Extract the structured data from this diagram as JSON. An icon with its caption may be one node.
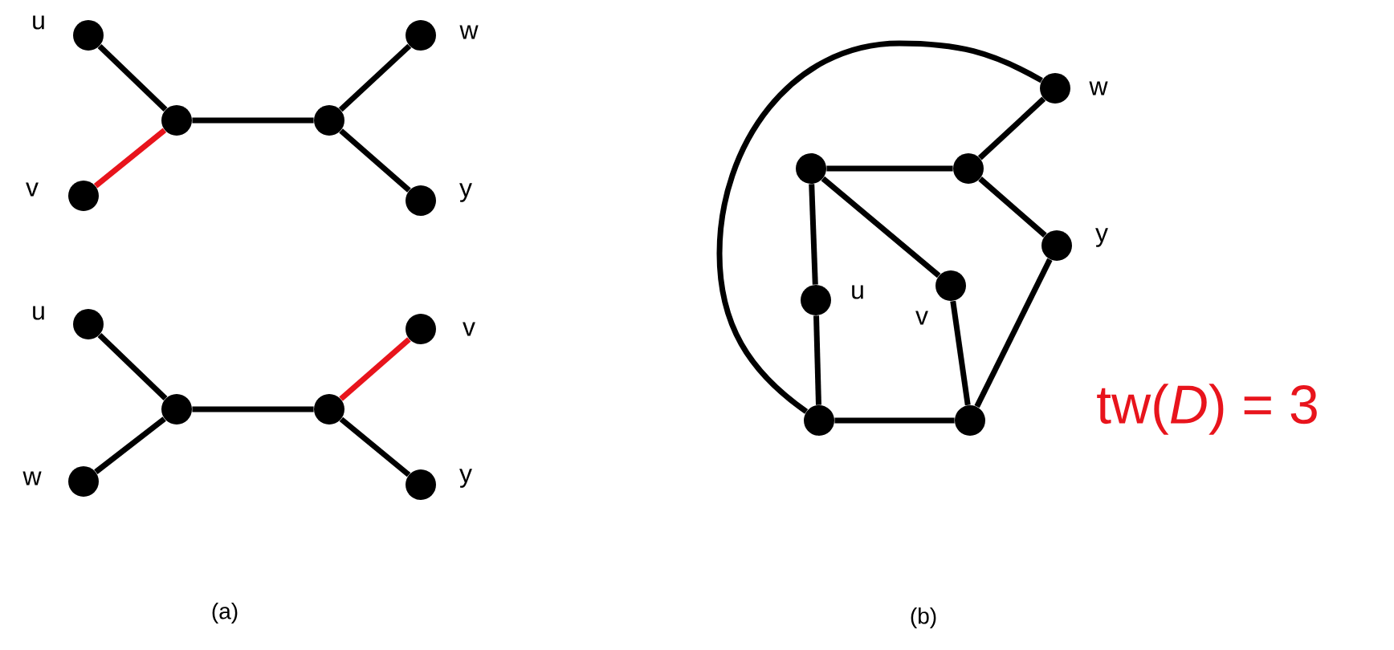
{
  "diagram": {
    "nodes": [
      {
        "text": [],
        "shape": "circle",
        "beside": [
          "u"
        ]
      },
      {
        "text": [],
        "shape": "circle",
        "beside": [
          "w"
        ]
      },
      {
        "text": [],
        "shape": "circle"
      },
      {
        "text": [],
        "shape": "circle"
      },
      {
        "text": [],
        "shape": "circle",
        "beside": [
          "v"
        ]
      },
      {
        "text": [],
        "shape": "circle",
        "beside": [
          "y"
        ]
      },
      {
        "text": [],
        "shape": "circle",
        "beside": [
          "u"
        ]
      },
      {
        "text": [],
        "shape": "circle",
        "beside": [
          "v"
        ]
      },
      {
        "text": [],
        "shape": "circle"
      },
      {
        "text": [],
        "shape": "circle"
      },
      {
        "text": [],
        "shape": "circle",
        "beside": [
          "w"
        ]
      },
      {
        "text": [],
        "shape": "circle",
        "beside": [
          "y"
        ]
      },
      {
        "text": [],
        "shape": "circle",
        "beside": [
          "w"
        ]
      },
      {
        "text": [],
        "shape": "circle"
      },
      {
        "text": [],
        "shape": "circle"
      },
      {
        "text": [],
        "shape": "circle",
        "beside": [
          "y"
        ]
      },
      {
        "text": [],
        "shape": "circle",
        "beside": [
          "v"
        ]
      },
      {
        "text": [],
        "shape": "circle",
        "beside": [
          "u"
        ]
      },
      {
        "text": [],
        "shape": "circle"
      },
      {
        "text": [],
        "shape": "circle"
      }
    ],
    "edges": [
      {
        "from": 0,
        "to": 2,
        "arrow": "none"
      },
      {
        "from": 4,
        "to": 2,
        "arrow": "none",
        "color": "#e8141c"
      },
      {
        "from": 2,
        "to": 3,
        "arrow": "none"
      },
      {
        "from": 3,
        "to": 1,
        "arrow": "none"
      },
      {
        "from": 3,
        "to": 5,
        "arrow": "none"
      },
      {
        "from": 6,
        "to": 8,
        "arrow": "none"
      },
      {
        "from": 10,
        "to": 8,
        "arrow": "none"
      },
      {
        "from": 8,
        "to": 9,
        "arrow": "none"
      },
      {
        "from": 9,
        "to": 7,
        "arrow": "none",
        "color": "#e8141c"
      },
      {
        "from": 9,
        "to": 11,
        "arrow": "none"
      },
      {
        "from": 13,
        "to": 14,
        "arrow": "none"
      },
      {
        "from": 14,
        "to": 12,
        "arrow": "none"
      },
      {
        "from": 14,
        "to": 15,
        "arrow": "none"
      },
      {
        "from": 13,
        "to": 17,
        "arrow": "none"
      },
      {
        "from": 17,
        "to": 18,
        "arrow": "none"
      },
      {
        "from": 13,
        "to": 16,
        "arrow": "none"
      },
      {
        "from": 16,
        "to": 19,
        "arrow": "none"
      },
      {
        "from": 15,
        "to": 19,
        "arrow": "none"
      },
      {
        "from": 18,
        "to": 19,
        "arrow": "none"
      },
      {
        "from": 18,
        "to": 12,
        "arrow": "none"
      }
    ],
    "labels": [
      "tw(*D*) = 3",
      "(a)",
      "(b)"
    ]
  }
}
